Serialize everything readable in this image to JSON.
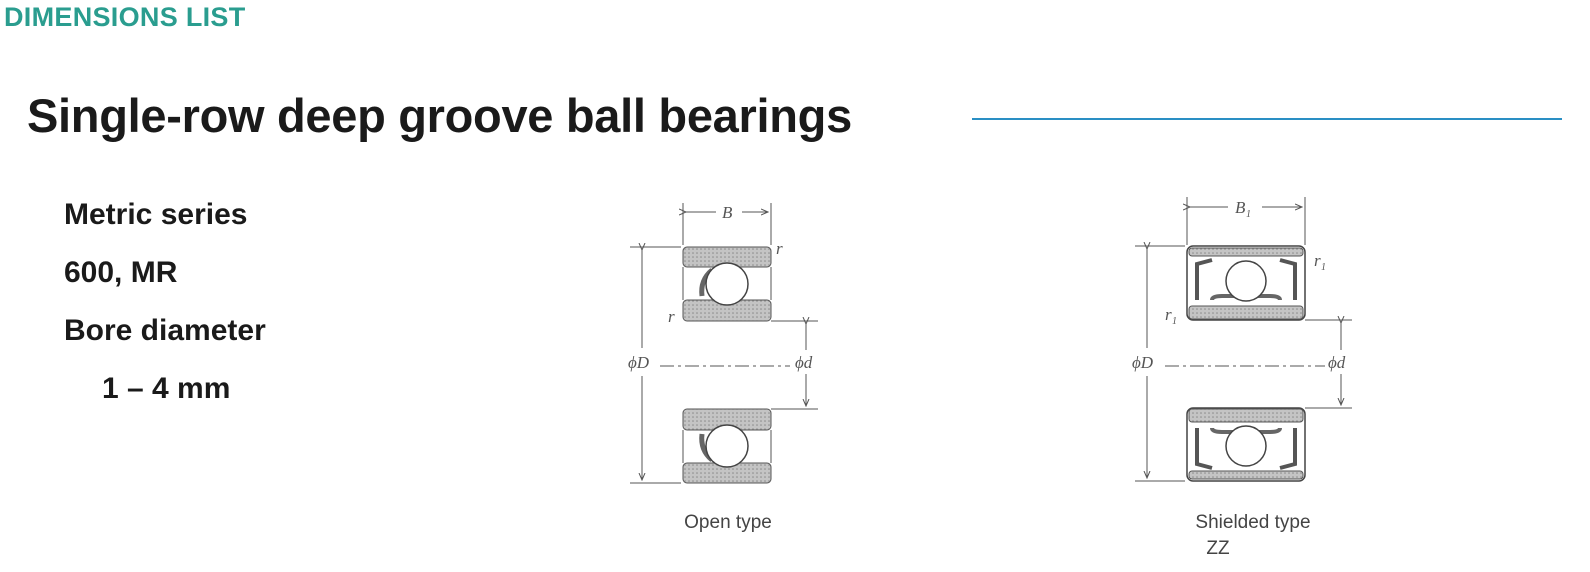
{
  "header": {
    "section_label": "DIMENSIONS LIST",
    "title": "Single-row deep groove ball bearings"
  },
  "specs": {
    "series": "Metric series",
    "numbers": "600, MR",
    "bore_label": "Bore diameter",
    "bore_range": "1 – 4 mm"
  },
  "drawings": {
    "open": {
      "caption": "Open type",
      "width_label": "B",
      "chamfer_label": "r",
      "outer_label": "ϕD",
      "bore_label": "ϕd"
    },
    "shielded": {
      "caption": "Shielded type",
      "code": "ZZ",
      "width_label": "B",
      "width_subscript": "1",
      "chamfer_label": "r",
      "chamfer_subscript": "1",
      "outer_label": "ϕD",
      "bore_label": "ϕd"
    }
  },
  "colors": {
    "accent_teal": "#2a9d8f",
    "rule_blue": "#2a8fc4",
    "hatch_gray": "#b5b5b5",
    "line_gray": "#555555"
  }
}
